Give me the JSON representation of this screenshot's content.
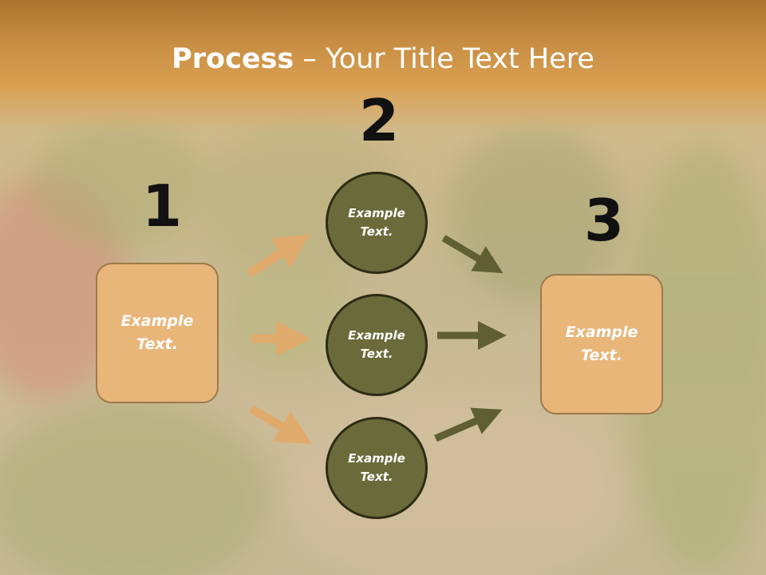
{
  "title": {
    "bold": "Process",
    "rest": " – Your Title Text Here"
  },
  "steps": {
    "one": {
      "number": "1",
      "line1": "Example",
      "line2": "Text."
    },
    "two": {
      "number": "2"
    },
    "three": {
      "number": "3",
      "line1": "Example",
      "line2": "Text."
    }
  },
  "circles": [
    {
      "line1": "Example",
      "line2": "Text."
    },
    {
      "line1": "Example",
      "line2": "Text."
    },
    {
      "line1": "Example",
      "line2": "Text."
    }
  ],
  "colors": {
    "box_fill": "#e9b67a",
    "circle_fill": "#6b6a3a",
    "left_arrow": "#e0aa6c",
    "right_arrow": "#5f5f33"
  }
}
